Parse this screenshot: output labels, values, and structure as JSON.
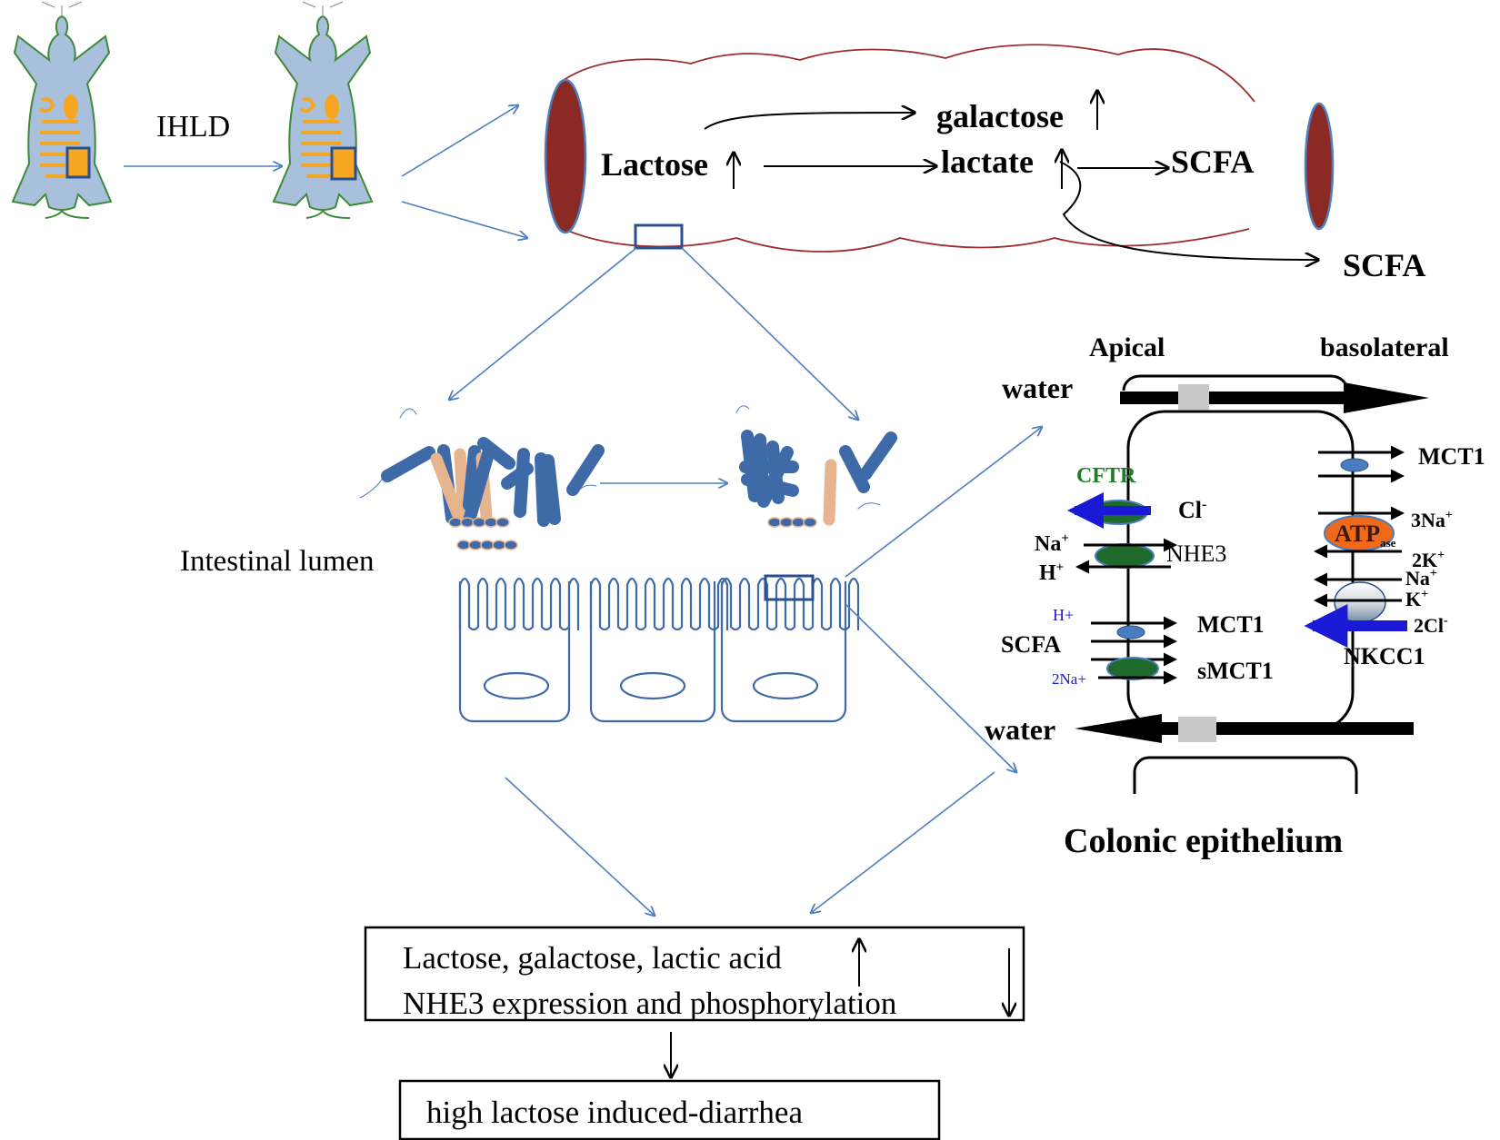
{
  "mouse": {
    "arrow_label": "IHLD"
  },
  "colon": {
    "lactose": "Lactose",
    "galactose": "galactose",
    "lactate": "lactate",
    "scfa_inner": "SCFA",
    "scfa_outer": "SCFA"
  },
  "lumen": {
    "label": "Intestinal lumen"
  },
  "epithelium": {
    "apical": "Apical",
    "basolateral": "basolateral",
    "water_top": "water",
    "water_bottom": "water",
    "cftr": "CFTR",
    "cl": "Cl",
    "na": "Na",
    "h": "H",
    "nhe3": "NHE3",
    "h_plus": "H+",
    "scfa": "SCFA",
    "two_na_plus": "2Na+",
    "mct1_apical": "MCT1",
    "smct1": "sMCT1",
    "mct1_baso": "MCT1",
    "three_na": "3Na",
    "atp": "ATP",
    "atp_sub": "ase",
    "two_k": "2K",
    "nkcc_na": "Na",
    "nkcc_k": "K",
    "two_cl": "2Cl",
    "nkcc1": "NKCC1",
    "title": "Colonic epithelium",
    "sup_plus": "+",
    "sup_minus": "-"
  },
  "summary": {
    "line1": "Lactose, galactose, lactic acid",
    "line2": "NHE3 expression  and phosphorylation",
    "result": "high lactose induced-diarrhea"
  },
  "colors": {
    "blue_line": "#4f7ebf",
    "colon_wall": "#9b2d30",
    "colon_end": "#8b2a24",
    "bacteria": "#3e6aa8",
    "bacteria_alt": "#e6b48f",
    "mouse_body": "#a9c0dc",
    "organ": "#f5a623",
    "transporter_green": "#1f6a2a",
    "transporter_blue": "#4a7cc0",
    "atpase": "#ee6a1a",
    "ion_arrow_blue": "#1a1ad6",
    "cftr_text": "#1e7e28",
    "blue_text": "#1a1acc"
  }
}
